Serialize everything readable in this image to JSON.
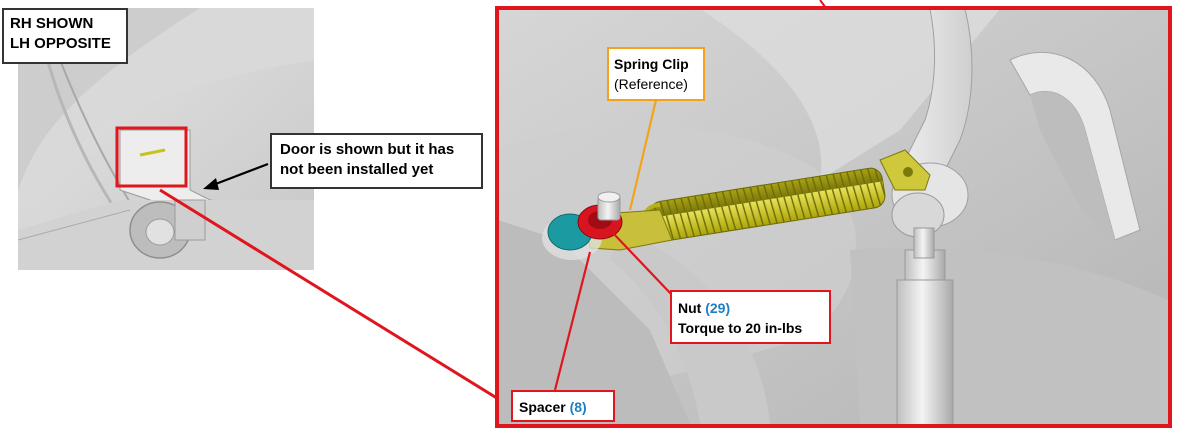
{
  "overview": {
    "view_label_line1": "RH SHOWN",
    "view_label_line2": "LH OPPOSITE",
    "door_note_line1": "Door is shown but it has",
    "door_note_line2": "not been installed yet"
  },
  "detail": {
    "spring_clip": {
      "title": "Spring Clip",
      "subtitle": "(Reference)"
    },
    "nut": {
      "name": "Nut",
      "number": "(29)",
      "instruction": "Torque to 20 in-lbs"
    },
    "spacer": {
      "name": "Spacer",
      "number": "(8)"
    }
  },
  "colors": {
    "frame_red": "#e0161e",
    "leader_orange": "#f2a31b",
    "callout_blue_number": "#1f7fc4",
    "spring_yellow": "#c7c21d",
    "spacer_teal": "#1b9ba1",
    "nut_red": "#d8141e"
  }
}
